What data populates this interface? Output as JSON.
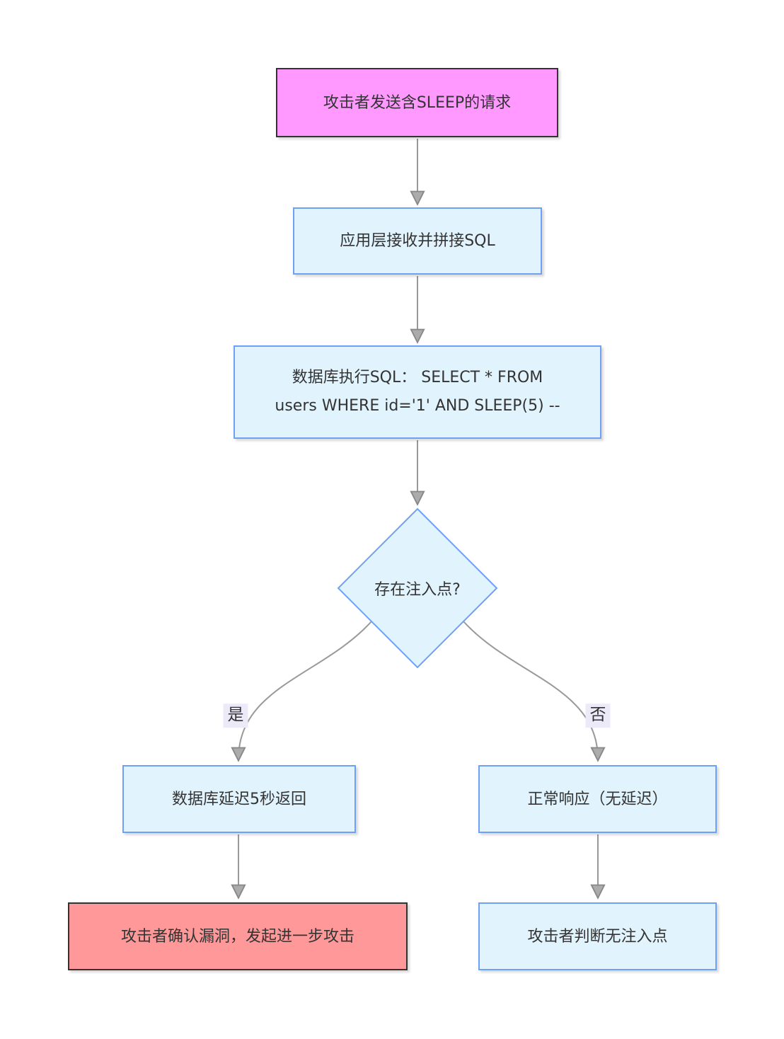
{
  "diagram": {
    "nodes": {
      "attacker_request": {
        "label": "攻击者发送含SLEEP的请求"
      },
      "app_concat": {
        "label": "应用层接收并拼接SQL"
      },
      "db_execute": {
        "label": "数据库执行SQL： SELECT * FROM\nusers WHERE id='1' AND SLEEP(5) --"
      },
      "decision": {
        "label": "存在注入点?"
      },
      "db_delay": {
        "label": "数据库延迟5秒返回"
      },
      "normal_response": {
        "label": "正常响应（无延迟）"
      },
      "confirm_attack": {
        "label": "攻击者确认漏洞，发起进一步攻击"
      },
      "no_injection": {
        "label": "攻击者判断无注入点"
      }
    },
    "edge_labels": {
      "yes": "是",
      "no": "否"
    },
    "colors": {
      "start_fill": "#ff99ff",
      "start_stroke": "#333333",
      "process_fill": "#e1f3fd",
      "process_stroke": "#6ea1f5",
      "danger_fill": "#ff9999",
      "danger_stroke": "#333333",
      "edge_line": "#999999",
      "arrowhead_fill": "#ababab",
      "edge_label_bg": "#ece9f8",
      "text": "#333333",
      "background": "#ffffff"
    }
  }
}
